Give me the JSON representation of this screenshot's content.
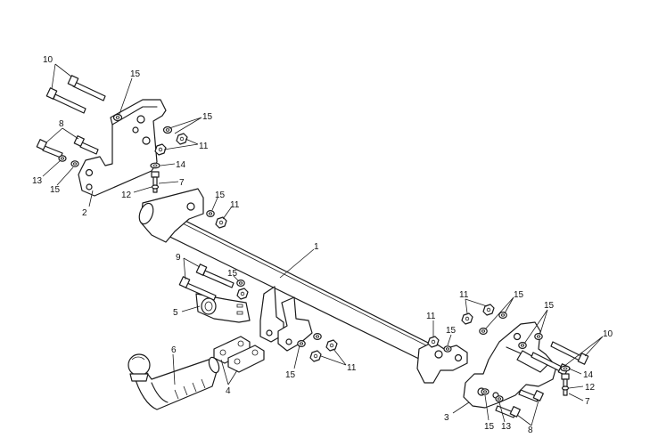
{
  "diagram": {
    "title": "",
    "callouts": {
      "c1": "1",
      "c2": "2",
      "c3": "3",
      "c4": "4",
      "c5": "5",
      "c6": "6",
      "c7": "7",
      "c8": "8",
      "c9": "9",
      "c10": "10",
      "c11": "11",
      "c12": "12",
      "c13": "13",
      "c14": "14",
      "c15": "15"
    }
  }
}
